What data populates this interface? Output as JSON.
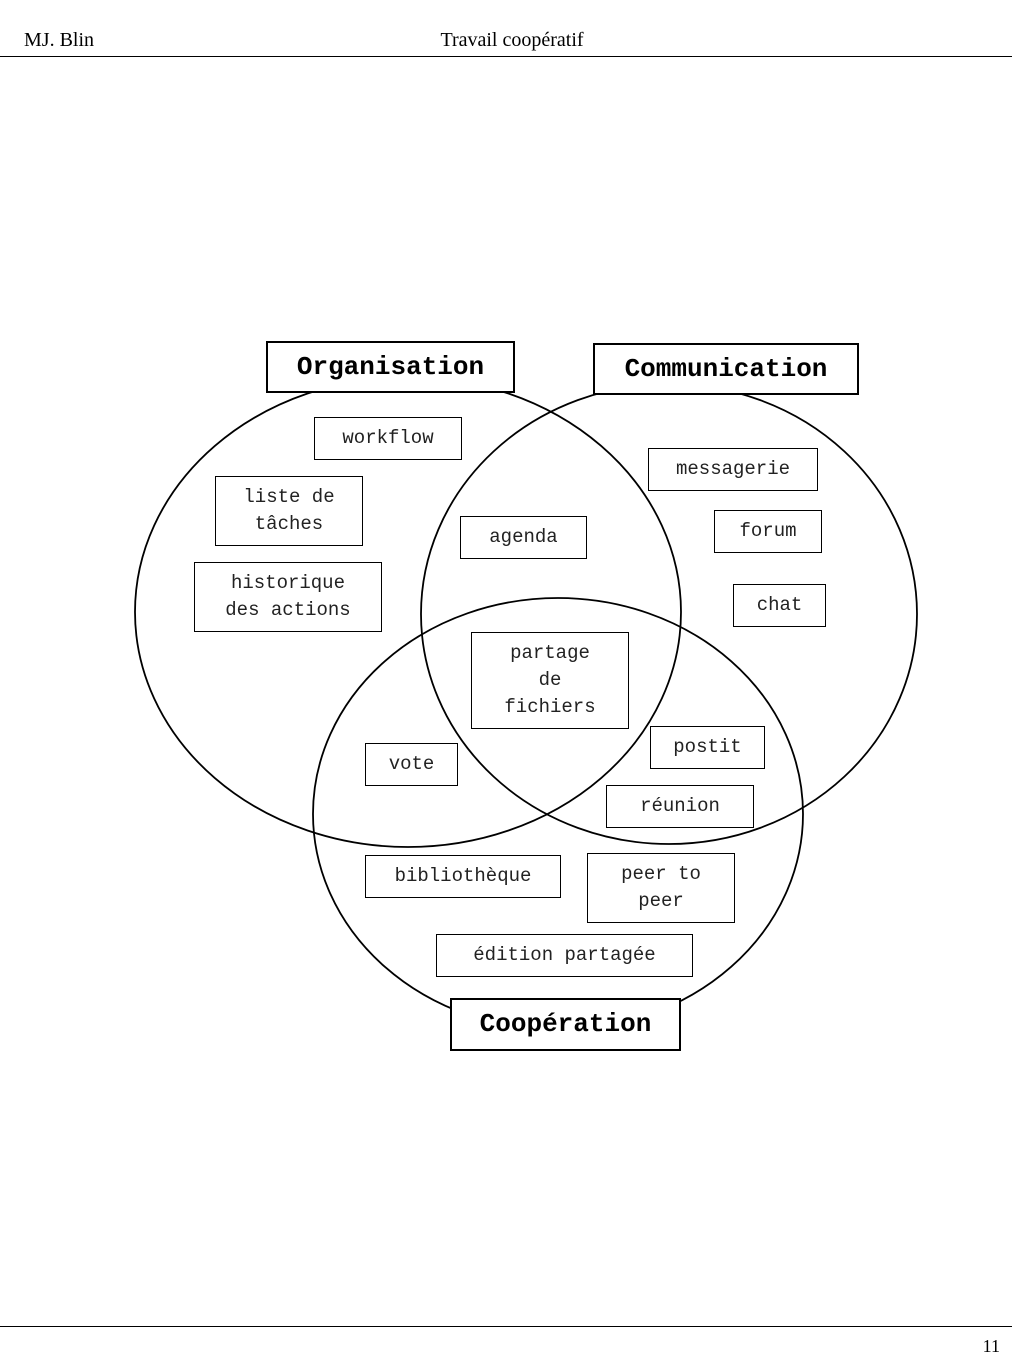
{
  "header": {
    "author": "MJ. Blin",
    "title": "Travail coopératif"
  },
  "footer": {
    "page_number": "11"
  },
  "diagram": {
    "sets": {
      "organisation": "Organisation",
      "communication": "Communication",
      "cooperation": "Coopération"
    },
    "items": {
      "workflow": "workflow",
      "liste_taches": "liste de\ntâches",
      "historique": "historique\ndes actions",
      "agenda": "agenda",
      "messagerie": "messagerie",
      "forum": "forum",
      "chat": "chat",
      "partage_fichiers": "partage\nde\nfichiers",
      "postit": "postit",
      "vote": "vote",
      "reunion": "réunion",
      "bibliotheque": "bibliothèque",
      "peer_to_peer": "peer to\npeer",
      "edition_partagee": "édition partagée"
    }
  }
}
